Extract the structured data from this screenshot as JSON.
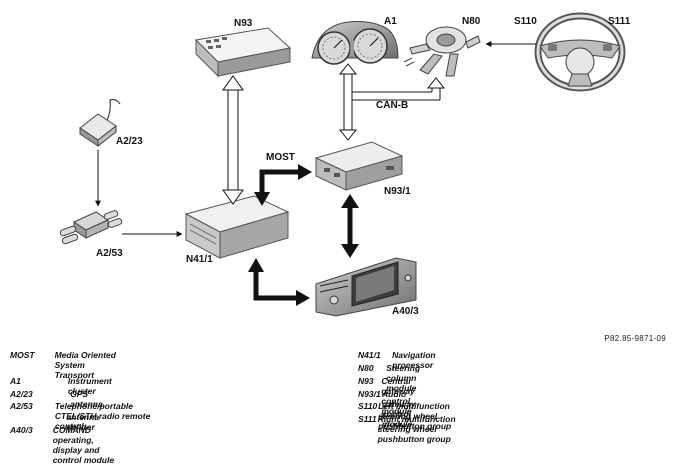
{
  "labels": {
    "n93": "N93",
    "a1": "A1",
    "n80": "N80",
    "s110": "S110",
    "s111": "S111",
    "a2_23": "A2/23",
    "can_b": "CAN-B",
    "most": "MOST",
    "n93_1": "N93/1",
    "a2_53": "A2/53",
    "n41_1": "N41/1",
    "a40_3": "A40/3"
  },
  "reference": "P82.85-9871-09",
  "legend_left": [
    {
      "code": "MOST",
      "desc": "Media Oriented System Transport"
    },
    {
      "code": "A1",
      "desc": "Instrument cluster"
    },
    {
      "code": "A2/23",
      "desc": "GPS antenna"
    },
    {
      "code": "A2/53",
      "desc": "Telephone/portable CTEL/STH radio remote control"
    },
    {
      "code": "",
      "desc": "antenna splitter"
    },
    {
      "code": "A40/3",
      "desc": "COMAND operating, display and control module"
    }
  ],
  "legend_right": [
    {
      "code": "N41/1",
      "desc": "Navigation processor"
    },
    {
      "code": "N80",
      "desc": "Steering column module"
    },
    {
      "code": "N93",
      "desc": "Central gateway control module"
    },
    {
      "code": "N93/1",
      "desc": "Audio gateway control module"
    },
    {
      "code": "S110",
      "desc": "Left multifunction steering wheel pushbutton group"
    },
    {
      "code": "S111",
      "desc": "Right multifunction steering wheel pushbutton group"
    }
  ]
}
